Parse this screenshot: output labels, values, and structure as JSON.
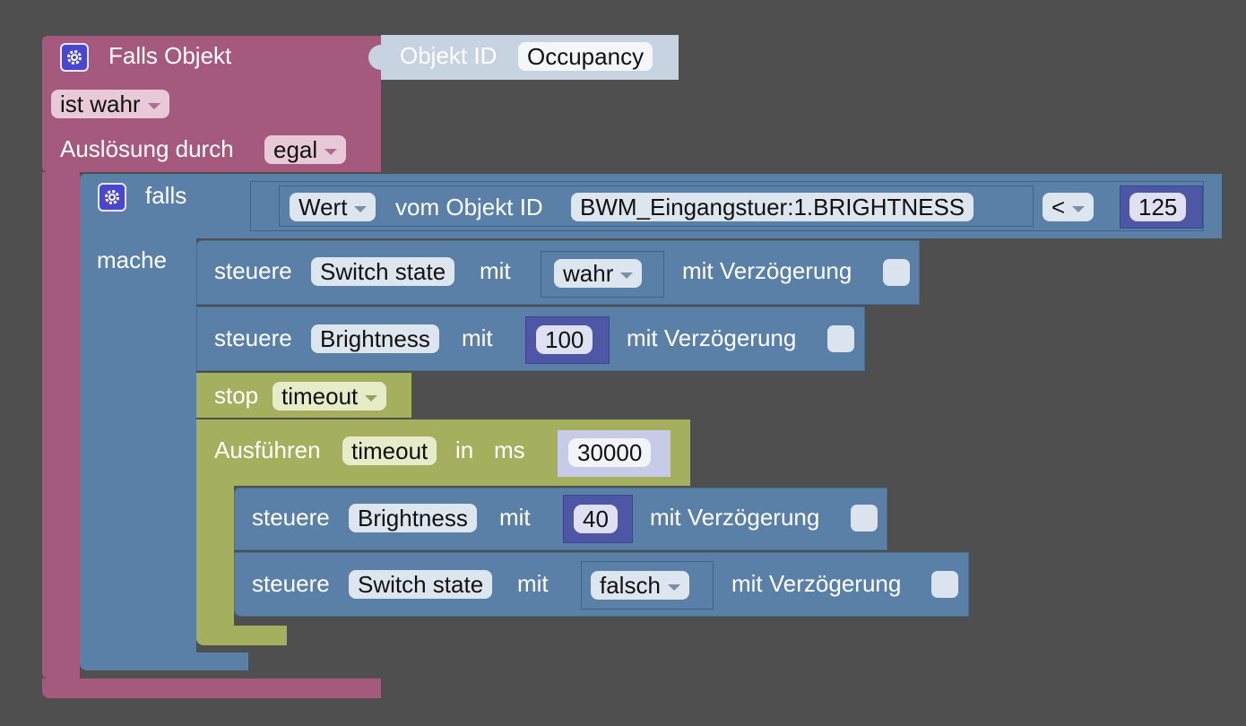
{
  "trigger": {
    "title": "Falls Objekt",
    "object_label": "Objekt ID",
    "object_value": "Occupancy",
    "condition": "ist wahr",
    "trigger_by_label": "Auslösung durch",
    "trigger_by_value": "egal",
    "icon": "gear-icon"
  },
  "if_block": {
    "falls_label": "falls",
    "mache_label": "mache",
    "value_dropdown": "Wert",
    "from_object_label": "vom Objekt ID",
    "object_id": "BWM_Eingangstuer:1.BRIGHTNESS",
    "operator": "<",
    "compare_value": "125"
  },
  "statements": [
    {
      "action": "steuere",
      "target": "Switch state",
      "with": "mit",
      "value": "wahr",
      "delay_label": "mit Verzögerung"
    },
    {
      "action": "steuere",
      "target": "Brightness",
      "with": "mit",
      "value": "100",
      "delay_label": "mit Verzögerung"
    }
  ],
  "stop": {
    "label": "stop",
    "timer": "timeout"
  },
  "timeout_block": {
    "label": "Ausführen",
    "timer": "timeout",
    "in_label": "in",
    "unit": "ms",
    "value": "30000",
    "statements": [
      {
        "action": "steuere",
        "target": "Brightness",
        "with": "mit",
        "value": "40",
        "delay_label": "mit Verzögerung"
      },
      {
        "action": "steuere",
        "target": "Switch state",
        "with": "mit",
        "value": "falsch",
        "delay_label": "mit Verzögerung"
      }
    ]
  },
  "colors": {
    "background": "#4f4f4f",
    "trigger": "#a5597c",
    "control": "#5a80a8",
    "timer": "#a5b05e",
    "number": "#4e56a6"
  }
}
